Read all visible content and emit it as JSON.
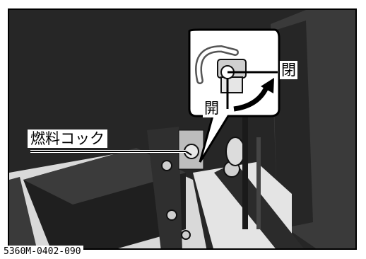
{
  "figure": {
    "callout_label": "燃料コック",
    "valve_position_label_right": "閉",
    "valve_position_label_left": "開",
    "figure_code": "5360M-0402-090"
  }
}
